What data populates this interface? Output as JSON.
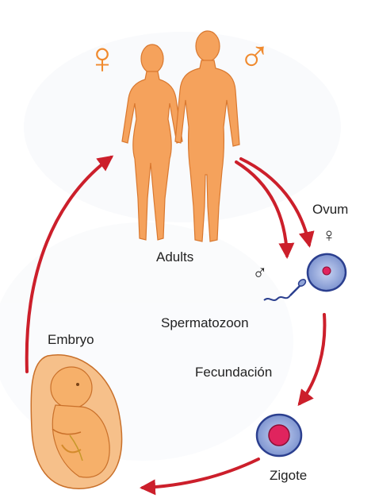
{
  "diagram": {
    "labels": {
      "adults": "Adults",
      "ovum": "Ovum",
      "spermatozoon": "Spermatozoon",
      "fecundacion": "Fecundación",
      "zigote": "Zigote",
      "embryo": "Embryo"
    },
    "symbols": {
      "female": "♀",
      "male": "♂"
    },
    "colors": {
      "arrow": "#cc1f2b",
      "body": "#f5a25c",
      "body_outline": "#d9782f",
      "cell": "#8fa3d6",
      "cell_outline": "#2b3f8f",
      "nucleus": "#e0245e",
      "embryo": "#f6b06a"
    }
  }
}
